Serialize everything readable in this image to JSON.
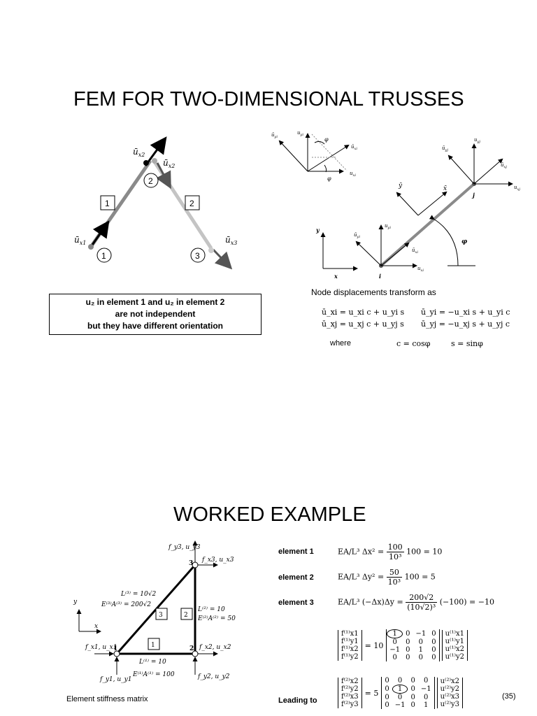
{
  "slide1": {
    "title": "FEM FOR TWO-DIMENSIONAL TRUSSES",
    "figure_left": {
      "labels": {
        "ux2": "ū",
        "ux2_sub": "x2",
        "ux2b": "ū",
        "ux2b_sub": "x2",
        "ux1": "ū",
        "ux1_sub": "x1",
        "ux3": "ū",
        "ux3_sub": "x3",
        "node1": "1",
        "node2": "2",
        "node3": "3",
        "elem1": "1",
        "elem2": "2"
      }
    },
    "note": {
      "line1": "u₂ in element 1 and u₂ in element 2",
      "line2": "are not independent",
      "line3": "but they have different orientation"
    },
    "figure_right": {
      "labels": {
        "uyj": "u",
        "uyj_sub": "yj",
        "uxj": "u",
        "uxj_sub": "xj",
        "ubar_yj": "ū",
        "ubar_yj_sub": "yj",
        "ubar_xj": "ū",
        "ubar_xj_sub": "xj",
        "ybar": "ȳ",
        "xbar": "x̄",
        "j": "j",
        "i": "i",
        "phi": "φ",
        "y": "y",
        "x": "x",
        "ubar_yi": "ū",
        "ubar_yi_sub": "yi",
        "uyi": "u",
        "uyi_sub": "yi",
        "ubar_xi": "ū",
        "ubar_xi_sub": "xi",
        "uxi": "u",
        "uxi_sub": "xi"
      }
    },
    "transform": {
      "heading": "Node displacements transform as",
      "eq1": "ū_xi = u_xi c + u_yi s",
      "eq2": "ū_yi = −u_xi s + u_yi c",
      "eq3": "ū_xj = u_xj c + u_yj s",
      "eq4": "ū_yj = −u_xj s + u_yj c",
      "where": "where",
      "c_def": "c = cosφ",
      "s_def": "s = sinφ"
    }
  },
  "slide2": {
    "title": "WORKED EXAMPLE",
    "figure": {
      "labels": {
        "f3": "f_y3, u_y3",
        "f3x": "f_x3, u_x3",
        "n3": "3",
        "L3": "L⁽³⁾ = 10√2",
        "EA3": "E⁽³⁾A⁽³⁾ = 200√2",
        "L2": "L⁽²⁾ = 10",
        "EA2": "E⁽²⁾A⁽²⁾ = 50",
        "y": "y",
        "x": "x",
        "box3": "3",
        "box2": "2",
        "f1x": "f_x1, u_x1",
        "n1": "1",
        "box1": "1",
        "n2": "2",
        "f2x": "f_x2, u_x2",
        "L1": "L⁽¹⁾ = 10",
        "EA1": "E⁽¹⁾A⁽¹⁾ = 100",
        "f1y": "f_y1, u_y1",
        "f2y": "f_y2, u_y2"
      }
    },
    "caption": "Element stiffness matrix",
    "elements": [
      {
        "label": "element 1",
        "expr_pre": "EA/L³ Δx² =",
        "num": "100",
        "den": "10³",
        "tail": "100 = 10"
      },
      {
        "label": "element 2",
        "expr_pre": "EA/L³ Δy² =",
        "num": "50",
        "den": "10³",
        "tail": "100 = 5"
      },
      {
        "label": "element 3",
        "expr_pre": "EA/L³ (−Δx)Δy =",
        "num": "200√2",
        "den": "(10√2)³",
        "tail": "(−100) = −10"
      }
    ],
    "matrix1": {
      "lhs": [
        "f⁽¹⁾x1",
        "f⁽¹⁾y1",
        "f⁽¹⁾x2",
        "f⁽¹⁾y2"
      ],
      "coef": "= 10",
      "rows": [
        [
          "1",
          "0",
          "−1",
          "0"
        ],
        [
          "0",
          "0",
          "0",
          "0"
        ],
        [
          "−1",
          "0",
          "1",
          "0"
        ],
        [
          "0",
          "0",
          "0",
          "0"
        ]
      ],
      "rhs": [
        "u⁽¹⁾x1",
        "u⁽¹⁾y1",
        "u⁽¹⁾x2",
        "u⁽¹⁾y2"
      ]
    },
    "leading_to": "Leading to",
    "matrix2": {
      "lhs": [
        "f⁽²⁾x2",
        "f⁽²⁾y2",
        "f⁽²⁾x3",
        "f⁽²⁾y3"
      ],
      "coef": "= 5",
      "rows": [
        [
          "0",
          "0",
          "0",
          "0"
        ],
        [
          "0",
          "1",
          "0",
          "−1"
        ],
        [
          "0",
          "0",
          "0",
          "0"
        ],
        [
          "0",
          "−1",
          "0",
          "1"
        ]
      ],
      "rhs": [
        "u⁽²⁾x2",
        "u⁽²⁾y2",
        "u⁽²⁾x3",
        "u⁽²⁾y3"
      ]
    },
    "eq_number": "(35)"
  }
}
